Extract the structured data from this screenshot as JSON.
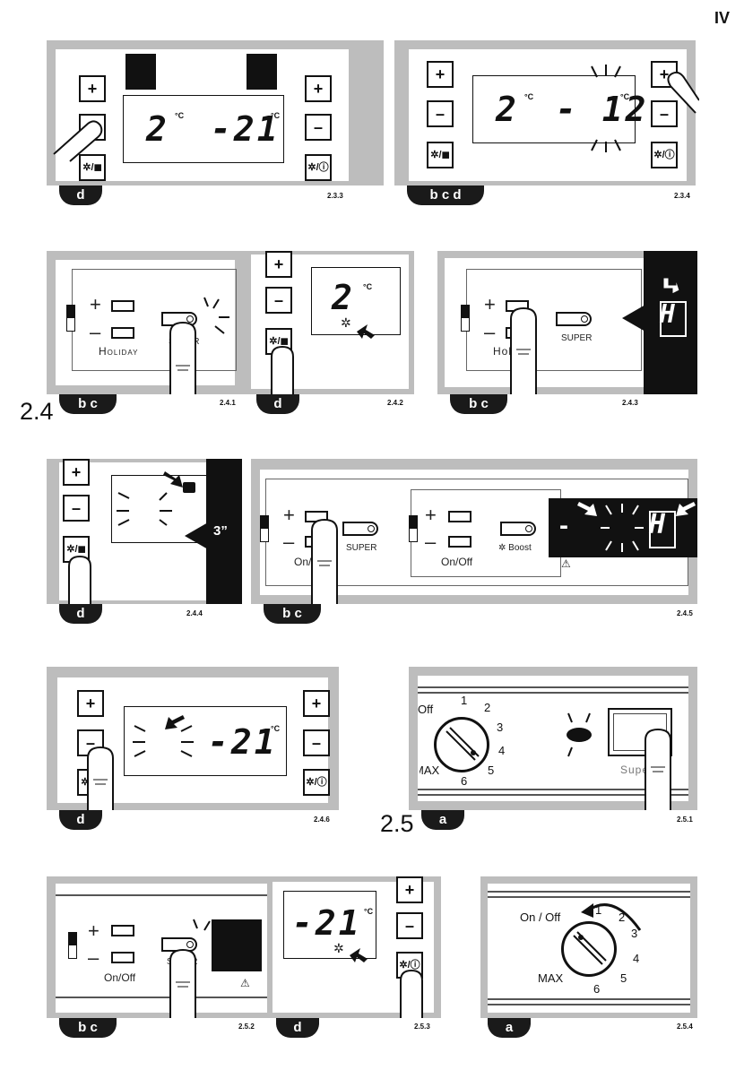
{
  "page": {
    "marker": "IV"
  },
  "sections": {
    "s24": "2.4",
    "s25": "2.5"
  },
  "tabs": {
    "t233": "d",
    "t234": "b c d",
    "t241": "b c",
    "t242": "d",
    "t243": "b c",
    "t244": "d",
    "t245": "b c",
    "t246": "d",
    "t251": "a",
    "t252": "b c",
    "t253": "d",
    "t254": "a"
  },
  "refs": {
    "r233": "2.3.3",
    "r234": "2.3.4",
    "r241": "2.4.1",
    "r242": "2.4.2",
    "r243": "2.4.3",
    "r244": "2.4.4",
    "r245": "2.4.5",
    "r246": "2.4.6",
    "r251": "2.5.1",
    "r252": "2.5.2",
    "r253": "2.5.3",
    "r254": "2.5.4"
  },
  "buttons": {
    "plus": "+",
    "minus": "–",
    "fast_freeze": "✲/◼",
    "onoff": "✲/ⓘ"
  },
  "displays": {
    "d233_fridge": "2",
    "d233_freezer": "-21",
    "d234_fridge": "2",
    "d234_freezer": "- 12",
    "d242_fridge": "2",
    "d246_freezer": "-21",
    "d253_freezer": "-21",
    "deg": "°C",
    "holiday_letter": "H",
    "timer": "3”",
    "minus_sign": "-"
  },
  "labels": {
    "holiday": "Holiday",
    "super": "SUPER",
    "on_off": "On/Off",
    "boost": "Boost",
    "super_mixed": "Super",
    "onoff_dial": "On / Off",
    "max": "MAX",
    "off_partial": "Off"
  },
  "dial_numbers": [
    "1",
    "2",
    "3",
    "4",
    "5",
    "6"
  ]
}
